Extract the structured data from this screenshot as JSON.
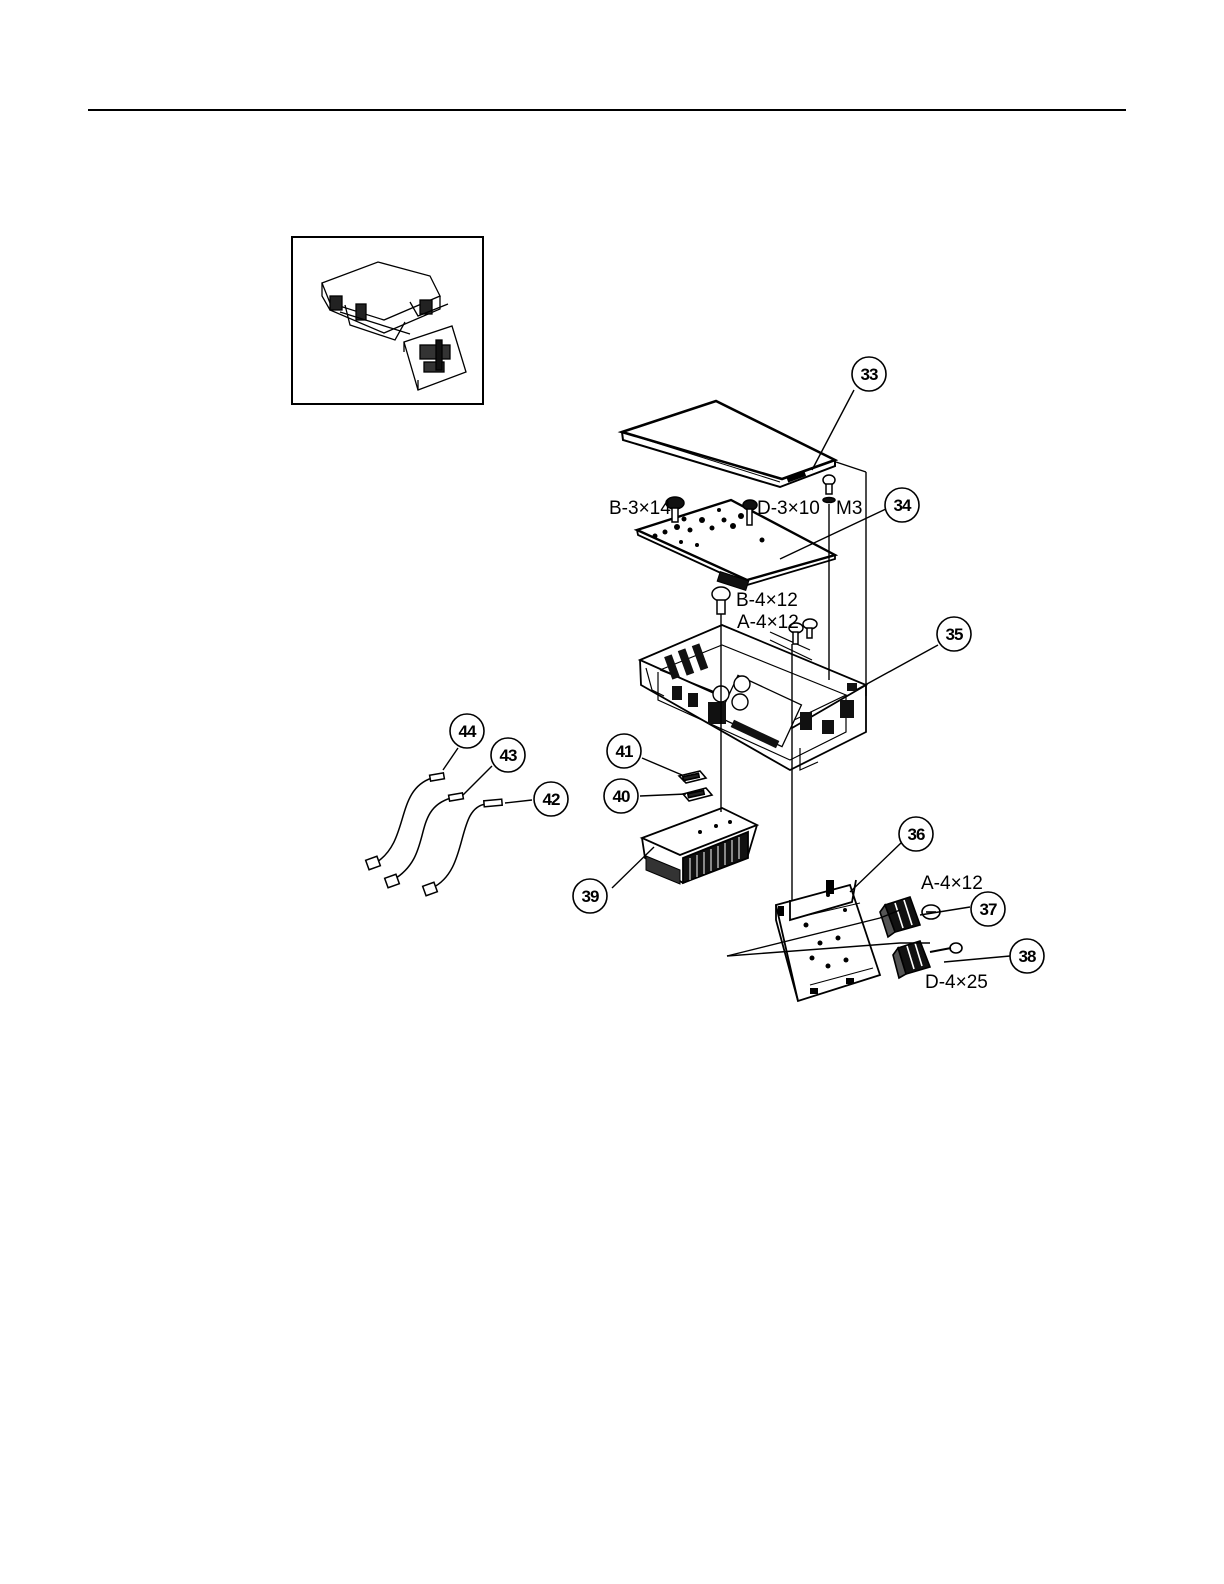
{
  "callouts": [
    {
      "id": "33",
      "label": "33"
    },
    {
      "id": "34",
      "label": "34"
    },
    {
      "id": "35",
      "label": "35"
    },
    {
      "id": "36",
      "label": "36"
    },
    {
      "id": "37",
      "label": "37"
    },
    {
      "id": "38",
      "label": "38"
    },
    {
      "id": "39",
      "label": "39"
    },
    {
      "id": "40",
      "label": "40"
    },
    {
      "id": "41",
      "label": "41"
    },
    {
      "id": "42",
      "label": "42"
    },
    {
      "id": "43",
      "label": "43"
    },
    {
      "id": "44",
      "label": "44"
    }
  ],
  "screw_labels": {
    "b_3x14": "B-3×14",
    "d_3x10": "D-3×10",
    "m3": "M3",
    "b_4x12": "B-4×12",
    "a_4x12_top": "A-4×12",
    "a_4x12_right": "A-4×12",
    "d_4x25": "D-4×25"
  },
  "colors": {
    "line": "#000000",
    "fill_dark": "#111111",
    "paper": "#ffffff"
  }
}
